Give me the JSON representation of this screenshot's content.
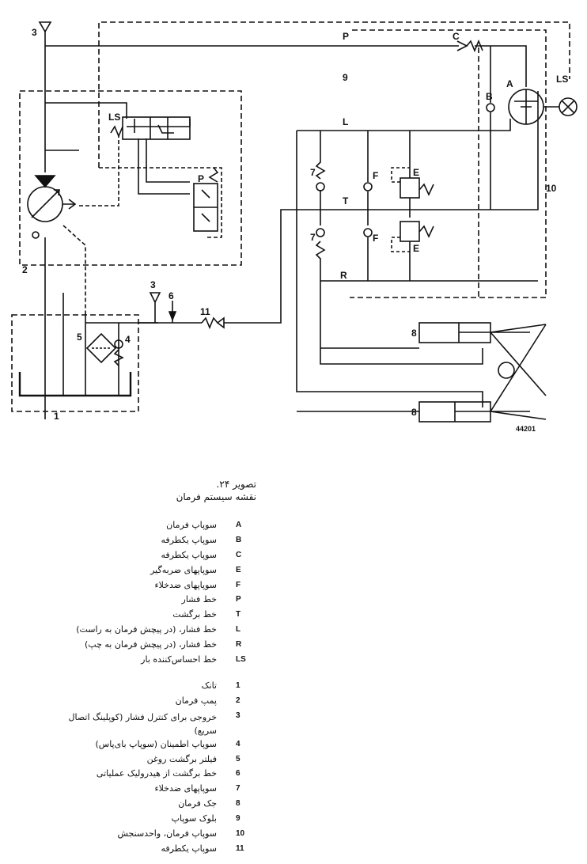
{
  "diagram": {
    "figure_id": "44201",
    "labels": {
      "P": "P",
      "L": "L",
      "T": "T",
      "R": "R",
      "LS": "LS",
      "A": "A",
      "B": "B",
      "C": "C",
      "E": "E",
      "F": "F",
      "Pv": "P",
      "n1": "1",
      "n2": "2",
      "n3": "3",
      "n4": "4",
      "n5": "5",
      "n6": "6",
      "n7": "7",
      "n8": "8",
      "n9": "9",
      "n10": "10",
      "n11": "11"
    }
  },
  "caption": {
    "title": "تصویر ۲۴.",
    "subtitle": "نقشه سیستم فرمان"
  },
  "legend_letters": [
    {
      "code": "A",
      "text": "سوپاپ فرمان"
    },
    {
      "code": "B",
      "text": "سوپاپ یکطرفه"
    },
    {
      "code": "C",
      "text": "سوپاپ یکطرفه"
    },
    {
      "code": "E",
      "text": "سوپاپهای ضربه‌گیر"
    },
    {
      "code": "F",
      "text": "سوپاپهای ضدخلاء"
    },
    {
      "code": "P",
      "text": "خط فشار"
    },
    {
      "code": "T",
      "text": "خط برگشت"
    },
    {
      "code": "L",
      "text": "خط فشار، (در پیچش فرمان به راست)"
    },
    {
      "code": "R",
      "text": "خط فشار، (در پیچش فرمان به چپ)"
    },
    {
      "code": "LS",
      "text": "خط احساس‌کننده بار"
    }
  ],
  "legend_numbers": [
    {
      "code": "1",
      "text": "تانک"
    },
    {
      "code": "2",
      "text": "پمپ فرمان"
    },
    {
      "code": "3",
      "text": "خروجی برای کنترل فشار (کوپلینگ اتصال سریع)"
    },
    {
      "code": "4",
      "text": "سوپاپ اطمینان (سوپاپ بای‌پاس)"
    },
    {
      "code": "5",
      "text": "فیلتر برگشت روغن"
    },
    {
      "code": "6",
      "text": "خط برگشت از هیدرولیک عملیاتی"
    },
    {
      "code": "7",
      "text": "سوپاپهای ضدخلاء"
    },
    {
      "code": "8",
      "text": "جک فرمان"
    },
    {
      "code": "9",
      "text": "بلوک سوپاپ"
    },
    {
      "code": "10",
      "text": "سوپاپ فرمان، واحدسنجش"
    },
    {
      "code": "11",
      "text": "سوپاپ یکطرفه"
    }
  ]
}
